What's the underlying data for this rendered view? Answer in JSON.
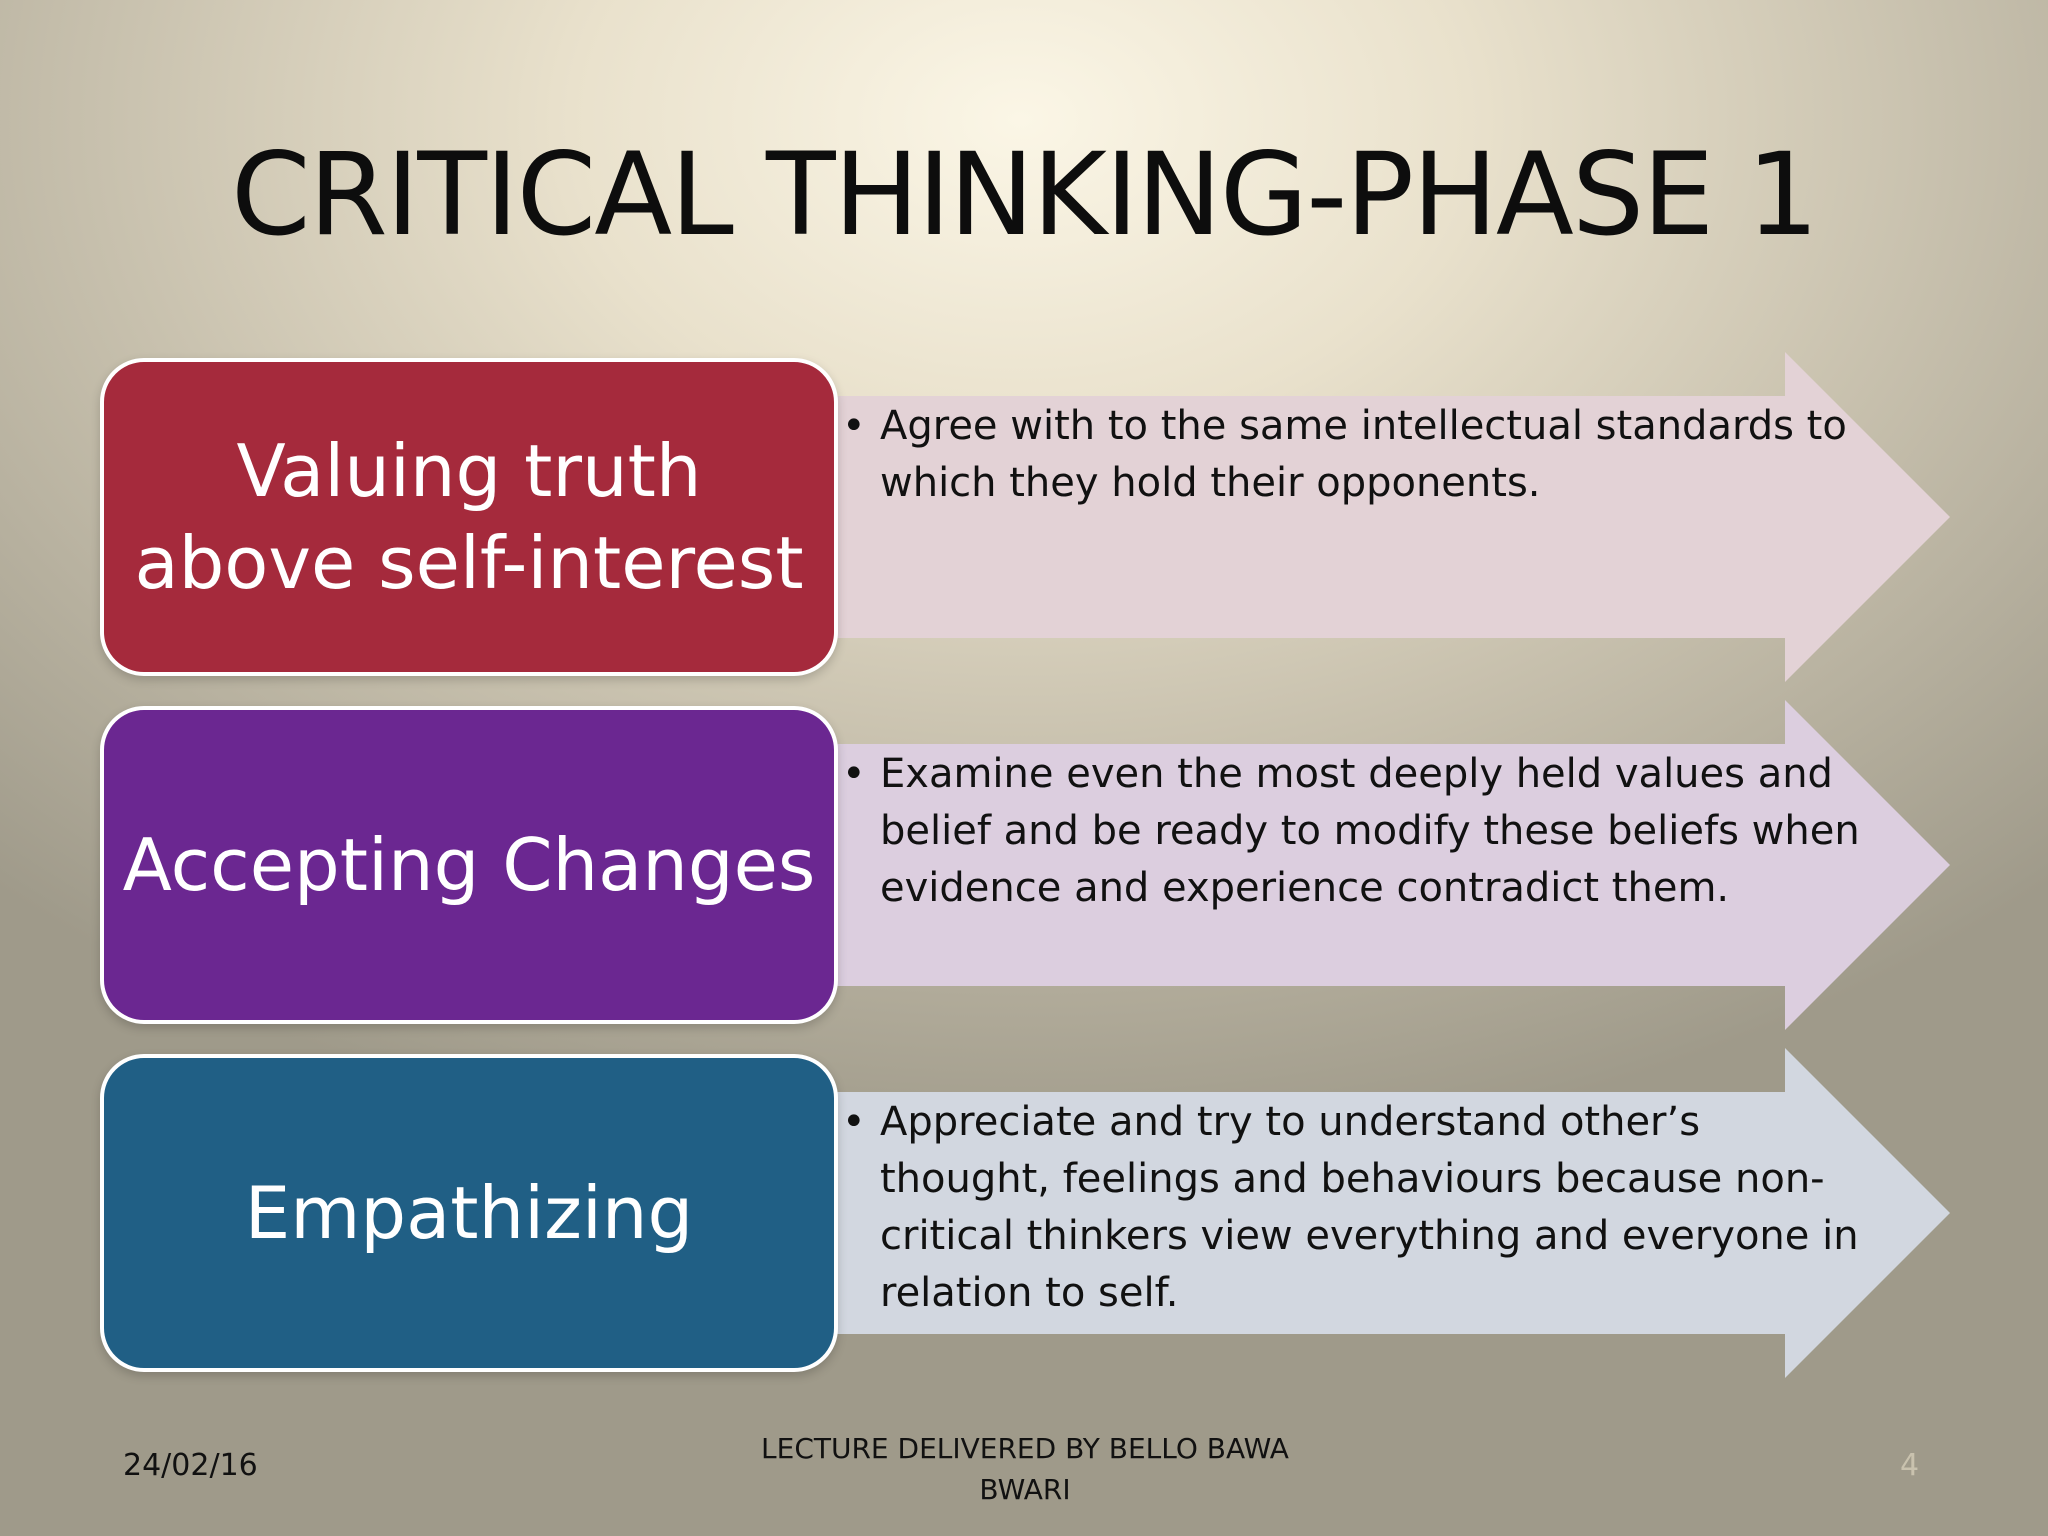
{
  "slide": {
    "title": "CRITICAL THINKING-PHASE 1",
    "rows": [
      {
        "heading": "Valuing truth above self-interest",
        "box_color": "#a52a3c",
        "arrow_color": "#e3d2d6",
        "text": "Agree with to the same intellectual standards to which they hold their opponents."
      },
      {
        "heading": "Accepting Changes",
        "box_color": "#6b2791",
        "arrow_color": "#dccedf",
        "text": "Examine even the most deeply held values and belief and be ready to modify these beliefs when evidence and experience contradict them."
      },
      {
        "heading": "Empathizing",
        "box_color": "#205f85",
        "arrow_color": "#d2d7e0",
        "text": "Appreciate and try to understand other’s thought, feelings and behaviours because non-critical thinkers view everything and everyone in relation to self."
      }
    ],
    "bullet_char": "•",
    "footer": {
      "date": "24/02/16",
      "lecture": "LECTURE DELIVERED BY BELLO BAWA BWARI",
      "page_number": "4"
    }
  }
}
